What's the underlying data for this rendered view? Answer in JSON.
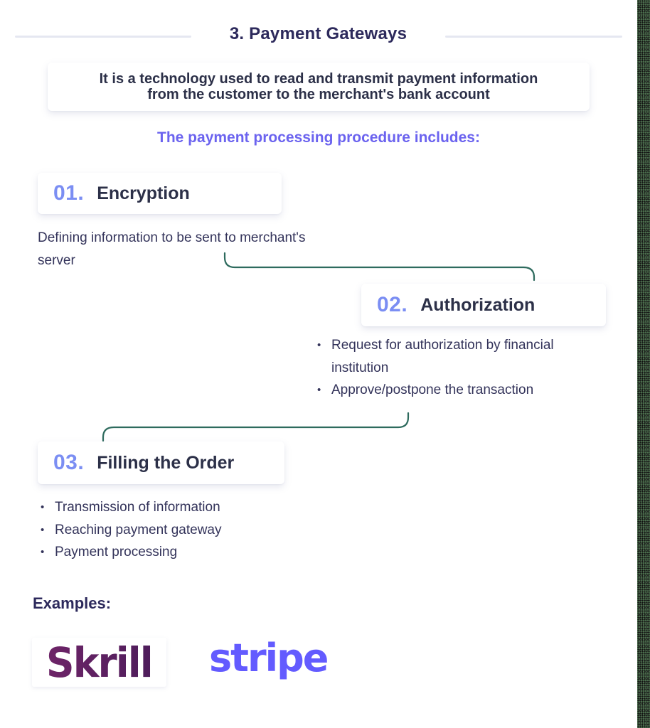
{
  "header": {
    "title": "3. Payment Gateways"
  },
  "intro": {
    "line1": "It is a technology used to read and transmit payment information",
    "line2": "from the customer to the merchant's bank account"
  },
  "subtitle": "The payment processing procedure includes:",
  "steps": [
    {
      "number": "01.",
      "title": "Encryption",
      "description_lines": [
        "Defining information to be sent to merchant's",
        "server"
      ]
    },
    {
      "number": "02.",
      "title": "Authorization",
      "bullets": [
        {
          "line1": "Request for authorization by financial",
          "line2": "institution"
        },
        {
          "line1": "Approve/postpone the transaction"
        }
      ]
    },
    {
      "number": "03.",
      "title": "Filling the Order",
      "bullets": [
        {
          "line1": "Transmission of information"
        },
        {
          "line1": "Reaching payment gateway"
        },
        {
          "line1": "Payment processing"
        }
      ]
    }
  ],
  "examples": {
    "label": "Examples:",
    "logos": [
      {
        "name": "Skrill",
        "color": "#5e1f5f"
      },
      {
        "name": "stripe",
        "color": "#635bff"
      }
    ]
  },
  "colors": {
    "accent_number": "#7b8ef3",
    "subtitle": "#6b63ef",
    "title": "#2d2a5c",
    "connector": "#2e6b5e",
    "body_text": "#33335a"
  }
}
